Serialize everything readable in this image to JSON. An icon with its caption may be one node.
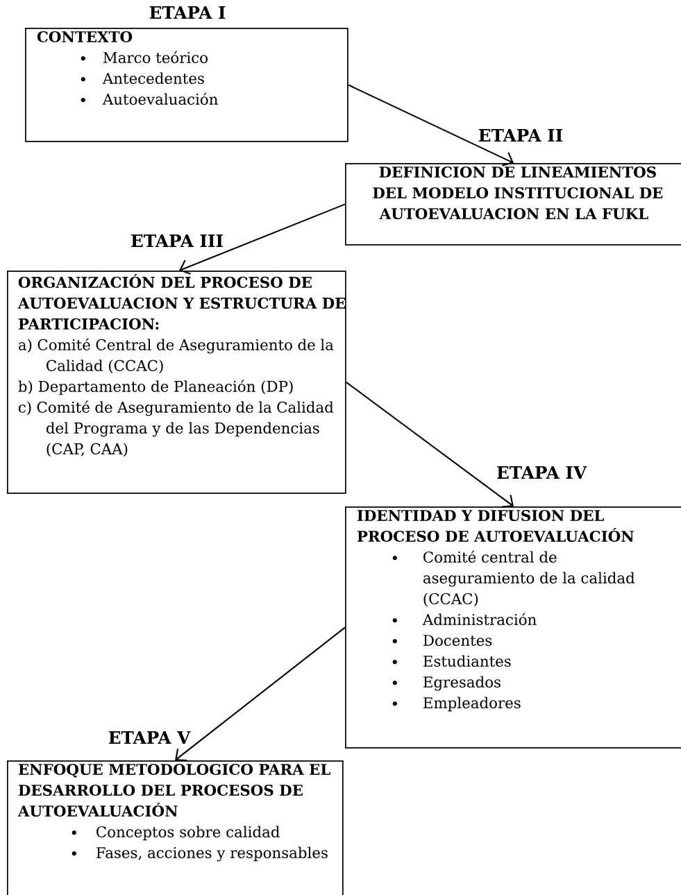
{
  "diagram": {
    "nodes": [
      {
        "text": [
          "ETAPA I",
          "CONTEXTO",
          "Marco teórico",
          "Antecedentes",
          "Autoevaluación"
        ]
      },
      {
        "text": [
          "ETAPA II",
          "DEFINICION DE LINEAMIENTOS DEL MODELO INSTITUCIONAL DE AUTOEVALUACION EN LA FUKL"
        ]
      },
      {
        "text": [
          "ETAPA III",
          "ORGANIZACIÓN DEL PROCESO DE AUTOEVALUACION Y ESTRUCTURA DE PARTICIPACION:",
          "a) Comité Central de Aseguramiento de la Calidad (CCAC)",
          "b) Departamento de Planeación (DP)",
          "c) Comité de Aseguramiento de la Calidad del Programa y de las Dependencias (CAP, CAA)"
        ]
      },
      {
        "text": [
          "ETAPA IV",
          "IDENTIDAD Y DIFUSION DEL PROCESO DE AUTOEVALUACIÓN",
          "Comité central de aseguramiento de la calidad (CCAC)",
          "Administración",
          "Docentes",
          "Estudiantes",
          "Egresados",
          "Empleadores"
        ]
      },
      {
        "text": [
          "ETAPA V",
          "ENFOQUE METODOLOGICO PARA EL DESARROLLO DEL PROCESOS DE AUTOEVALUACIÓN",
          "Conceptos sobre calidad",
          "Fases, acciones y responsables"
        ]
      }
    ],
    "edges": [
      {
        "from": 0,
        "to": 1,
        "arrow": "to"
      },
      {
        "from": 1,
        "to": 2,
        "arrow": "to"
      },
      {
        "from": 2,
        "to": 3,
        "arrow": "to"
      },
      {
        "from": 3,
        "to": 4,
        "arrow": "to"
      }
    ]
  }
}
